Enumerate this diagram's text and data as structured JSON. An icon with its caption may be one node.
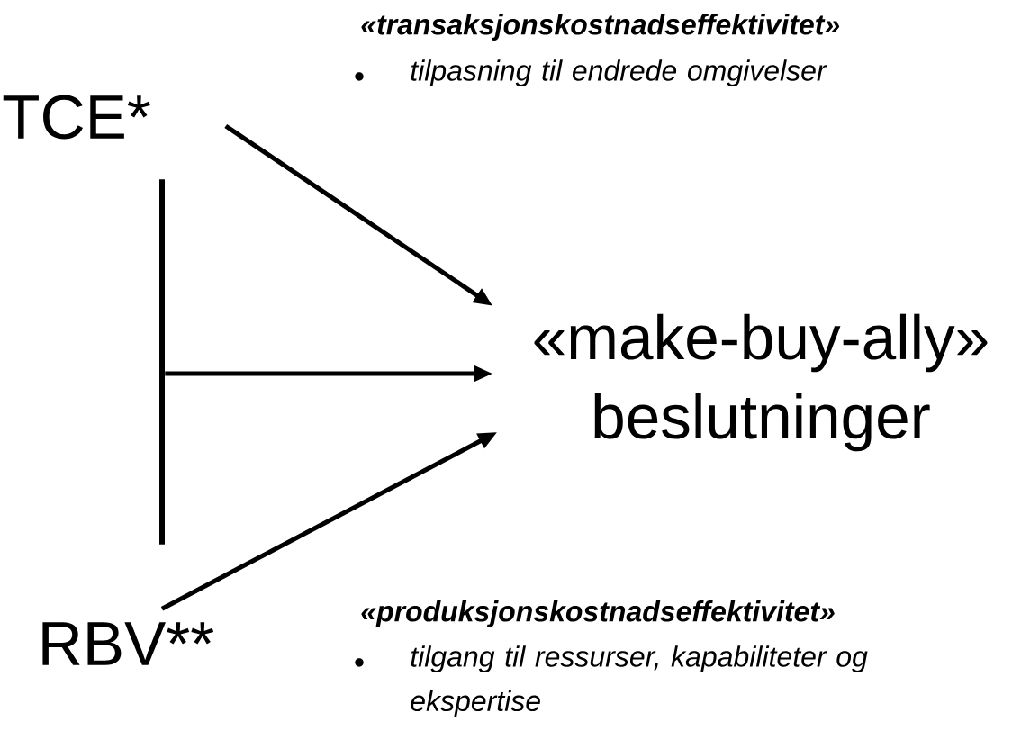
{
  "diagram": {
    "nodes": [
      {
        "text": [
          "TCE*"
        ]
      },
      {
        "text": [
          "RBV**"
        ]
      },
      {
        "text": [
          "«make-buy-ally» beslutninger"
        ]
      },
      {
        "text": [],
        "shape": "bar"
      }
    ],
    "edges": [
      {
        "from": 0,
        "to": 2,
        "arrow": "to"
      },
      {
        "from": 3,
        "to": 2,
        "arrow": "to"
      },
      {
        "from": 1,
        "to": 2,
        "arrow": "to"
      }
    ],
    "labels": [
      "«transaksjonskostnadseffektivitet»",
      "tilpasning til endrede omgivelser",
      "«produksjonskostnadseffektivitet»",
      "tilgang til ressurser, kapabiliteter og ekspertise"
    ]
  }
}
